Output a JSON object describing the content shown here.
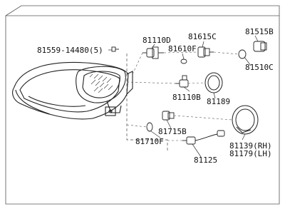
{
  "parts": {
    "p81110D": "81110D",
    "p81610F": "81610F",
    "p81615C": "81615C",
    "p81515B": "81515B",
    "p81559": "81559-14480(5)",
    "p81510C": "81510C",
    "p81110B": "81110B",
    "p81189": "81189",
    "p81715B": "81715B",
    "p81710F": "81710F",
    "p81125": "81125",
    "p81139": "81139(RH)",
    "p81179": "81179(LH)"
  }
}
